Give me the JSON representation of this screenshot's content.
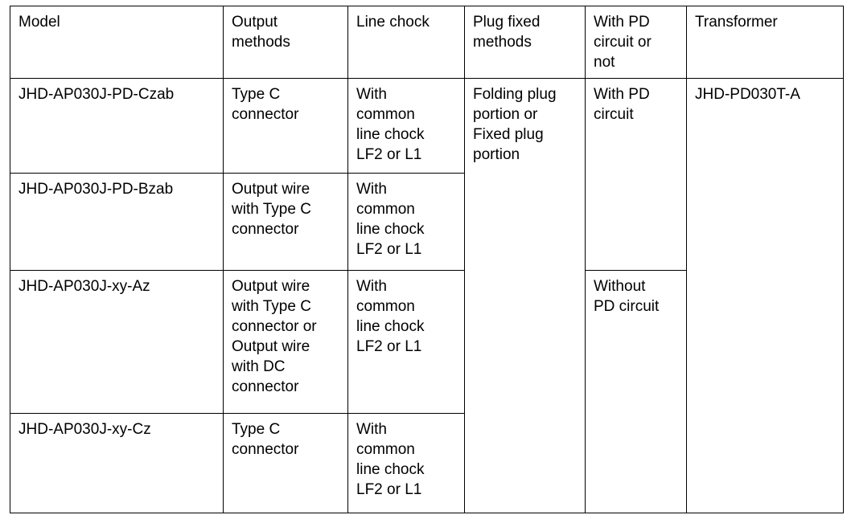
{
  "table": {
    "columns": [
      {
        "key": "model",
        "header": "Model"
      },
      {
        "key": "output",
        "header": "Output\nmethods"
      },
      {
        "key": "chock",
        "header": "Line chock"
      },
      {
        "key": "plug",
        "header": "Plug fixed\nmethods"
      },
      {
        "key": "pd",
        "header": "With PD\ncircuit or\nnot"
      },
      {
        "key": "transformer",
        "header": "Transformer"
      }
    ],
    "rows": [
      {
        "model": "JHD-AP030J-PD-Czab",
        "output": "Type C\nconnector",
        "chock": "With\ncommon\nline chock\nLF2 or L1",
        "plug": "Folding plug\nportion or\nFixed plug\nportion",
        "pd": "With PD\ncircuit",
        "transformer": "JHD-PD030T-A"
      },
      {
        "model": "JHD-AP030J-PD-Bzab",
        "output": "Output wire\nwith Type C\nconnector",
        "chock": "With\ncommon\nline chock\nLF2 or L1"
      },
      {
        "model": "JHD-AP030J-xy-Az",
        "output": "Output wire\nwith Type C\nconnector or\nOutput wire\nwith DC\nconnector",
        "chock": "With\ncommon\nline chock\nLF2 or L1",
        "pd": "Without\nPD circuit"
      },
      {
        "model": "JHD-AP030J-xy-Cz",
        "output": "Type C\nconnector",
        "chock": "With\ncommon\nline chock\nLF2 or L1"
      }
    ],
    "merges": {
      "plug_rowspan": 4,
      "transformer_rowspan": 4,
      "pd_with_rowspan": 2,
      "pd_without_rowspan": 2
    },
    "style": {
      "border_color": "#000000",
      "text_color": "#000000",
      "background": "#ffffff"
    }
  }
}
